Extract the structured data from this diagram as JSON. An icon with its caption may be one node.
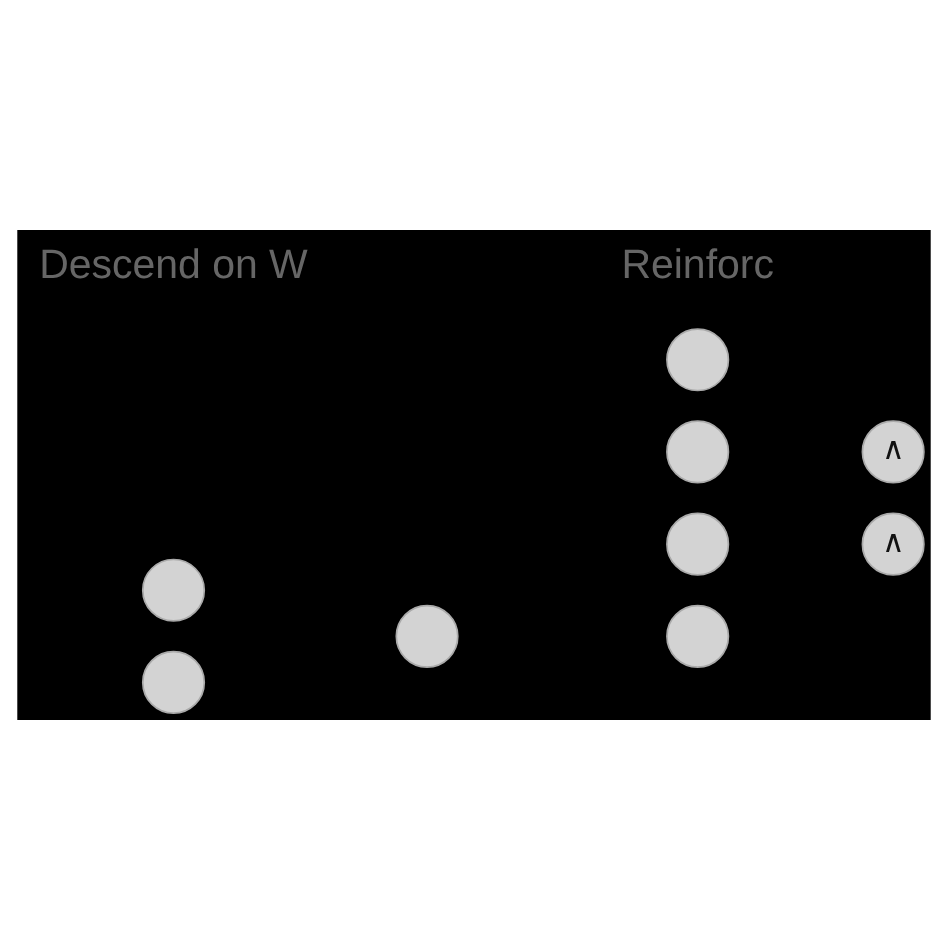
{
  "diagram": {
    "nodes": [
      {
        "text": [],
        "shape": "circle"
      },
      {
        "text": [],
        "shape": "circle"
      },
      {
        "text": [],
        "shape": "circle"
      },
      {
        "text": [],
        "shape": "circle"
      },
      {
        "text": [],
        "shape": "circle"
      },
      {
        "text": [],
        "shape": "circle"
      },
      {
        "text": [],
        "shape": "circle"
      },
      {
        "text": [
          "∧"
        ]
      },
      {
        "text": [
          "∧"
        ]
      }
    ],
    "edges": [],
    "labels": [
      "Descend on W",
      "Reinforc"
    ]
  }
}
